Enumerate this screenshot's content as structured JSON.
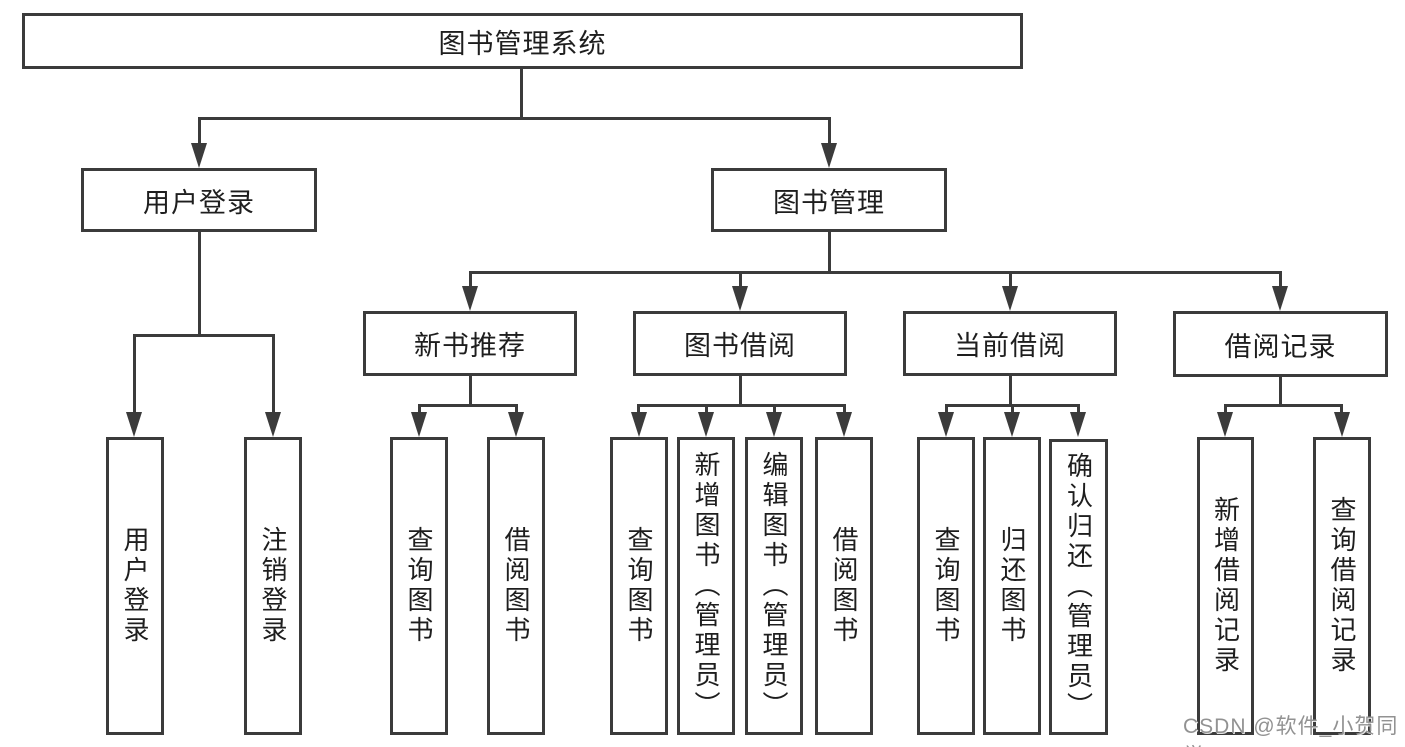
{
  "diagram": {
    "title": "图书管理系统",
    "root": "图书管理系统",
    "branches": [
      {
        "label": "用户登录",
        "children": [
          "用户登录",
          "注销登录"
        ]
      },
      {
        "label": "图书管理",
        "sections": [
          {
            "label": "新书推荐",
            "children": [
              "查询图书",
              "借阅图书"
            ]
          },
          {
            "label": "图书借阅",
            "children": [
              "查询图书",
              "新增图书（管理员）",
              "编辑图书（管理员）",
              "借阅图书"
            ]
          },
          {
            "label": "当前借阅",
            "children": [
              "查询图书",
              "归还图书",
              "确认归还（管理员）"
            ]
          },
          {
            "label": "借阅记录",
            "children": [
              "新增借阅记录",
              "查询借阅记录"
            ]
          }
        ]
      }
    ],
    "watermark": "CSDN @软件_小贺同学",
    "colors": {
      "line": "#3b3b3b",
      "text": "#1e1e1e",
      "bg": "#ffffff",
      "watermark": "#929292"
    }
  }
}
